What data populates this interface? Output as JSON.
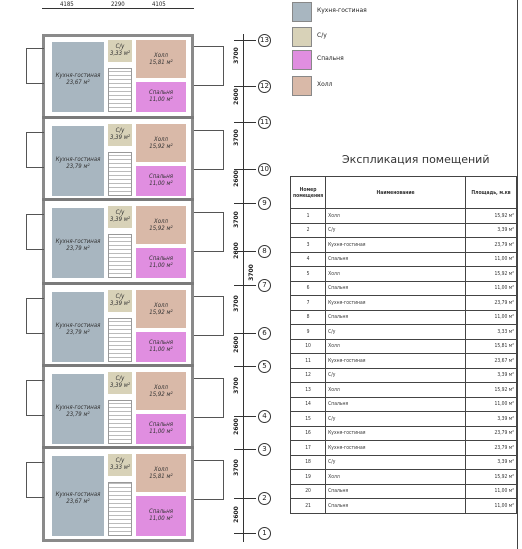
{
  "plan": {
    "col_dims": [
      "4185",
      "2290",
      "4105"
    ],
    "side_dims": [
      "3700",
      "2600",
      "3700",
      "2600",
      "3700",
      "2600",
      "3700",
      "3700",
      "2600",
      "3700",
      "2600",
      "3700",
      "2600"
    ],
    "axes": [
      "13",
      "12",
      "11",
      "10",
      "9",
      "8",
      "7",
      "6",
      "5",
      "4",
      "3",
      "2",
      "1"
    ],
    "units": [
      {
        "kitchen": {
          "name": "Кухня-гостиная",
          "area": "23,67 м²"
        },
        "bath": {
          "name": "С/у",
          "area": "3,33 м²"
        },
        "hall": {
          "name": "Холл",
          "area": "15,81 м²"
        },
        "bed": {
          "name": "Спальня",
          "area": "11,00 м²"
        }
      },
      {
        "kitchen": {
          "name": "Кухня-гостиная",
          "area": "23,79 м²"
        },
        "bath": {
          "name": "С/у",
          "area": "3,39 м²"
        },
        "hall": {
          "name": "Холл",
          "area": "15,92 м²"
        },
        "bed": {
          "name": "Спальня",
          "area": "11,00 м²"
        }
      },
      {
        "kitchen": {
          "name": "Кухня-гостиная",
          "area": "23,79 м²"
        },
        "bath": {
          "name": "С/у",
          "area": "3,39 м²"
        },
        "hall": {
          "name": "Холл",
          "area": "15,92 м²"
        },
        "bed": {
          "name": "Спальня",
          "area": "11,00 м²"
        }
      },
      {
        "kitchen": {
          "name": "Кухня-гостиная",
          "area": "23,79 м²"
        },
        "bath": {
          "name": "С/у",
          "area": "3,39 м²"
        },
        "hall": {
          "name": "Холл",
          "area": "15,92 м²"
        },
        "bed": {
          "name": "Спальня",
          "area": "11,00 м²"
        }
      },
      {
        "kitchen": {
          "name": "Кухня-гостиная",
          "area": "23,79 м²"
        },
        "bath": {
          "name": "С/у",
          "area": "3,39 м²"
        },
        "hall": {
          "name": "Холл",
          "area": "15,92 м²"
        },
        "bed": {
          "name": "Спальня",
          "area": "11,00 м²"
        }
      },
      {
        "kitchen": {
          "name": "Кухня-гостиная",
          "area": "23,67 м²"
        },
        "bath": {
          "name": "С/у",
          "area": "3,33 м²"
        },
        "hall": {
          "name": "Холл",
          "area": "15,81 м²"
        },
        "bed": {
          "name": "Спальня",
          "area": "11,00 м²"
        }
      }
    ]
  },
  "legend": [
    {
      "label": "Кухня-гостиная",
      "color": "#a8b6c0"
    },
    {
      "label": "С/у",
      "color": "#d8d2b8"
    },
    {
      "label": "Спальня",
      "color": "#e08ee0"
    },
    {
      "label": "Холл",
      "color": "#d9b9a8"
    }
  ],
  "colors": {
    "kitchen": "#a8b6c0",
    "bath": "#d8d2b8",
    "bed": "#e08ee0",
    "hall": "#d9b9a8"
  },
  "explication": {
    "title": "Экспликация помещений",
    "headers": {
      "num": "Номер помещения",
      "name": "Наименование",
      "area": "Площадь, м.кв"
    },
    "rows": [
      [
        "1",
        "Холл",
        "15,92 м²"
      ],
      [
        "2",
        "С/у",
        "3,39 м²"
      ],
      [
        "3",
        "Кухня-гостиная",
        "23,79 м²"
      ],
      [
        "4",
        "Спальня",
        "11,00 м²"
      ],
      [
        "5",
        "Холл",
        "15,92 м²"
      ],
      [
        "6",
        "Спальня",
        "11,00 м²"
      ],
      [
        "7",
        "Кухня-гостиная",
        "23,79 м²"
      ],
      [
        "8",
        "Спальня",
        "11,00 м²"
      ],
      [
        "9",
        "С/у",
        "3,33 м²"
      ],
      [
        "10",
        "Холл",
        "15,81 м²"
      ],
      [
        "11",
        "Кухня-гостиная",
        "23,67 м²"
      ],
      [
        "12",
        "С/у",
        "3,39 м²"
      ],
      [
        "13",
        "Холл",
        "15,92 м²"
      ],
      [
        "14",
        "Спальня",
        "11,00 м²"
      ],
      [
        "15",
        "С/у",
        "3,39 м²"
      ],
      [
        "16",
        "Кухня-гостиная",
        "23,79 м²"
      ],
      [
        "17",
        "Кухня-гостиная",
        "23,79 м²"
      ],
      [
        "18",
        "С/у",
        "3,39 м²"
      ],
      [
        "19",
        "Холл",
        "15,92 м²"
      ],
      [
        "20",
        "Спальня",
        "11,00 м²"
      ],
      [
        "21",
        "Спальня",
        "11,00 м²"
      ]
    ]
  }
}
